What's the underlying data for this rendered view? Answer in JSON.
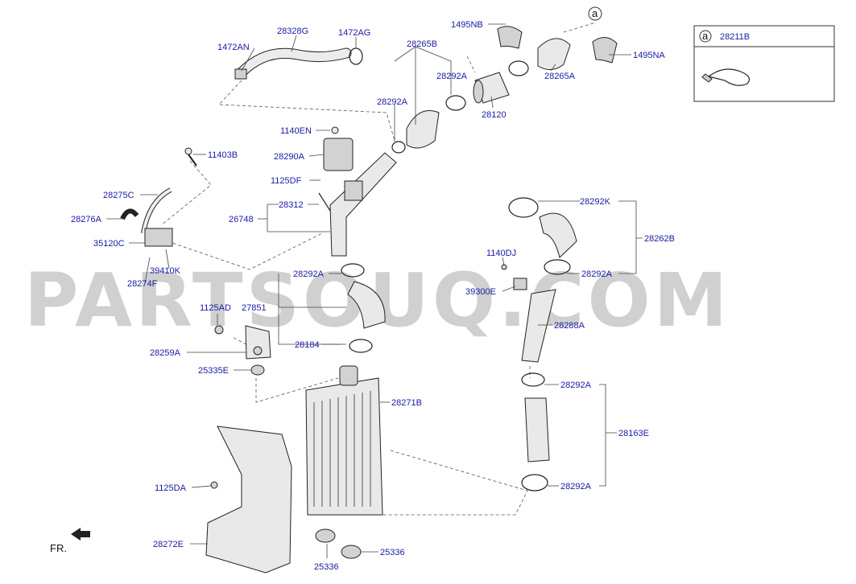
{
  "watermark": "PARTSOUQ.COM",
  "direction_marker": "FR.",
  "legend": {
    "circle_letter": "a",
    "part_no": "28211B"
  },
  "callouts": {
    "c1472AN": "1472AN",
    "c28328G": "28328G",
    "c1472AG": "1472AG",
    "c1495NB": "1495NB",
    "c1495NA": "1495NA",
    "c28265B": "28265B",
    "c28292A_1": "28292A",
    "c28292A_2": "28292A",
    "c28265A": "28265A",
    "c28120": "28120",
    "c1140EN": "1140EN",
    "c28290A": "28290A",
    "c11403B": "11403B",
    "c1125DF": "1125DF",
    "c28275C": "28275C",
    "c28312": "28312",
    "c28276A": "28276A",
    "c26748": "26748",
    "c35120C": "35120C",
    "c39410K": "39410K",
    "c28274F": "28274F",
    "c28292A_3": "28292A",
    "c27851": "27851",
    "c1125AD": "1125AD",
    "c28184": "28184",
    "c28259A": "28259A",
    "c25335E": "25335E",
    "c28292K": "28292K",
    "c28262B": "28262B",
    "c1140DJ": "1140DJ",
    "c28292A_4": "28292A",
    "c39300E": "39300E",
    "c28288A": "28288A",
    "c28292A_5": "28292A",
    "c28163E": "28163E",
    "c28292A_6": "28292A",
    "c28271B": "28271B",
    "c1125DA": "1125DA",
    "c28272E": "28272E",
    "c25336_1": "25336",
    "c25336_2": "25336",
    "circle_a_top": "a"
  }
}
